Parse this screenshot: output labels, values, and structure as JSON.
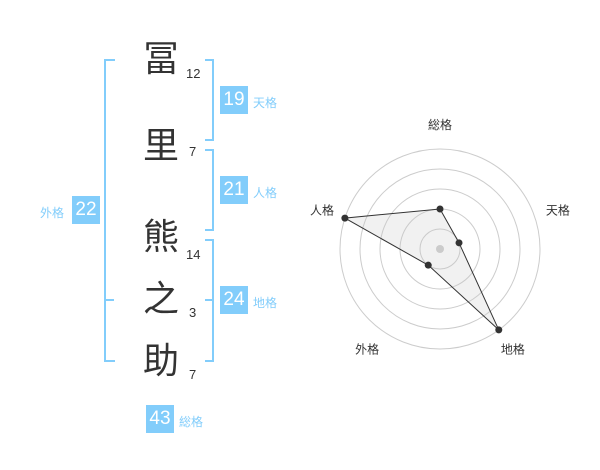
{
  "name": [
    {
      "char": "冨",
      "strokes": "12"
    },
    {
      "char": "里",
      "strokes": "7"
    },
    {
      "char": "熊",
      "strokes": "14"
    },
    {
      "char": "之",
      "strokes": "3"
    },
    {
      "char": "助",
      "strokes": "7"
    }
  ],
  "kaku": {
    "tenkaku": {
      "label": "天格",
      "value": "19"
    },
    "jinkaku": {
      "label": "人格",
      "value": "21"
    },
    "chikaku": {
      "label": "地格",
      "value": "24"
    },
    "gaikaku": {
      "label": "外格",
      "value": "22"
    },
    "soukaku": {
      "label": "総格",
      "value": "43"
    }
  },
  "accent": "#82cdfb",
  "chart_data": {
    "type": "radar",
    "axes": [
      "総格",
      "天格",
      "地格",
      "外格",
      "人格"
    ],
    "values": [
      2,
      1,
      5,
      1,
      5
    ],
    "range": [
      0,
      5
    ],
    "rings": 5
  }
}
